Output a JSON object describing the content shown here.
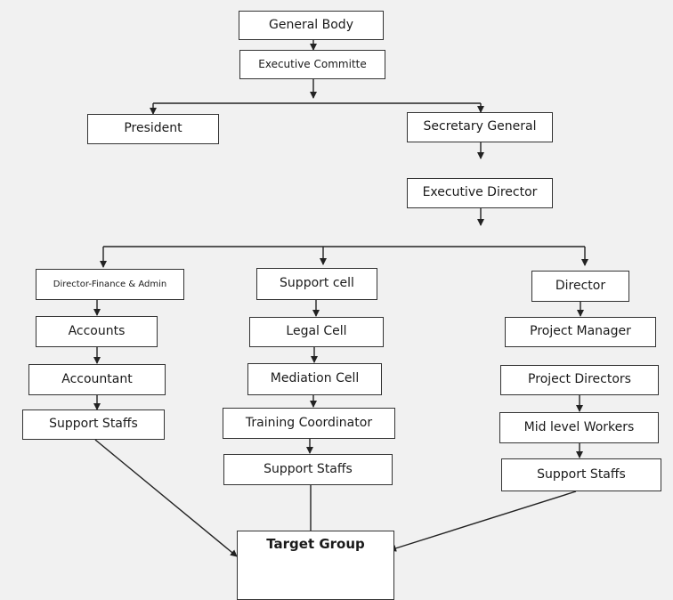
{
  "diagram": {
    "nodes": {
      "general_body": "General Body",
      "executive_committe": "Executive Committe",
      "president": "President",
      "secretary_general": "Secretary General",
      "executive_director": "Executive Director",
      "director_finance_admin": "Director-Finance & Admin",
      "accounts": "Accounts",
      "accountant": "Accountant",
      "support_staffs_left": "Support Staffs",
      "support_cell": "Support cell",
      "legal_cell": "Legal Cell",
      "mediation_cell": "Mediation Cell",
      "training_coordinator": "Training Coordinator",
      "support_staffs_middle": "Support Staffs",
      "director": "Director",
      "project_manager": "Project Manager",
      "project_directors": "Project Directors",
      "mid_level_workers": "Mid level Workers",
      "support_staffs_right": "Support Staffs",
      "target_group": "Target Group"
    },
    "colors": {
      "background": "#f1f1f1",
      "box_fill": "#ffffff",
      "line": "#222222"
    }
  }
}
